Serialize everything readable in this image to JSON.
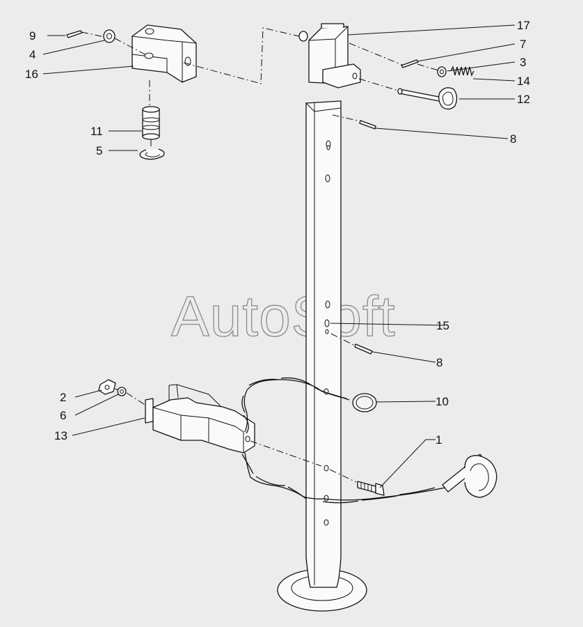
{
  "watermark": "AutoSoft",
  "callouts": [
    {
      "id": "c9",
      "text": "9"
    },
    {
      "id": "c4",
      "text": "4"
    },
    {
      "id": "c16",
      "text": "16"
    },
    {
      "id": "c11",
      "text": "11"
    },
    {
      "id": "c5",
      "text": "5"
    },
    {
      "id": "c17",
      "text": "17"
    },
    {
      "id": "c7",
      "text": "7"
    },
    {
      "id": "c3",
      "text": "3"
    },
    {
      "id": "c14",
      "text": "14"
    },
    {
      "id": "c12",
      "text": "12"
    },
    {
      "id": "c8a",
      "text": "8"
    },
    {
      "id": "c15",
      "text": "15"
    },
    {
      "id": "c8b",
      "text": "8"
    },
    {
      "id": "c10",
      "text": "10"
    },
    {
      "id": "c1",
      "text": "1"
    },
    {
      "id": "c2",
      "text": "2"
    },
    {
      "id": "c6",
      "text": "6"
    },
    {
      "id": "c13",
      "text": "13"
    }
  ],
  "colors": {
    "background": "#ececec",
    "ink": "#111111",
    "watermark": "#8a8a8a"
  }
}
